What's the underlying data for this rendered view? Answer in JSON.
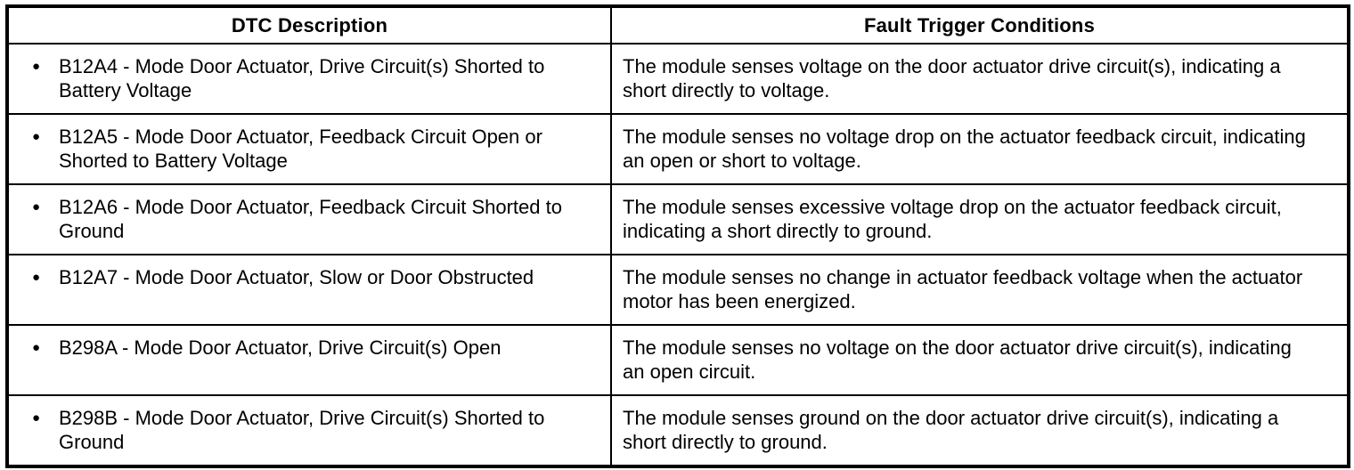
{
  "table": {
    "headers": [
      "DTC Description",
      "Fault Trigger Conditions"
    ],
    "bullet_icon": "●",
    "rows": [
      {
        "dtc": "B12A4 - Mode Door Actuator, Drive Circuit(s) Shorted to Battery Voltage",
        "condition": "The module senses voltage on the door actuator drive circuit(s), indicating a short directly to voltage."
      },
      {
        "dtc": "B12A5 - Mode Door Actuator, Feedback Circuit Open or Shorted to Battery Voltage",
        "condition": "The module senses no voltage drop on the actuator feedback circuit, indicating an open or short to voltage."
      },
      {
        "dtc": "B12A6 - Mode Door Actuator, Feedback Circuit Shorted to Ground",
        "condition": "The module senses excessive voltage drop on the actuator feedback circuit, indicating a short directly to ground."
      },
      {
        "dtc": "B12A7 - Mode Door Actuator, Slow or Door Obstructed",
        "condition": "The module senses no change in actuator feedback voltage when the actuator motor has been energized."
      },
      {
        "dtc": "B298A - Mode Door Actuator, Drive Circuit(s) Open",
        "condition": "The module senses no voltage on the door actuator drive circuit(s), indicating an open circuit."
      },
      {
        "dtc": "B298B - Mode Door Actuator, Drive Circuit(s) Shorted to Ground",
        "condition": "The module senses ground on the door actuator drive circuit(s), indicating a short directly to ground."
      }
    ],
    "colors": {
      "border": "#000000",
      "background": "#ffffff",
      "text": "#000000"
    }
  }
}
